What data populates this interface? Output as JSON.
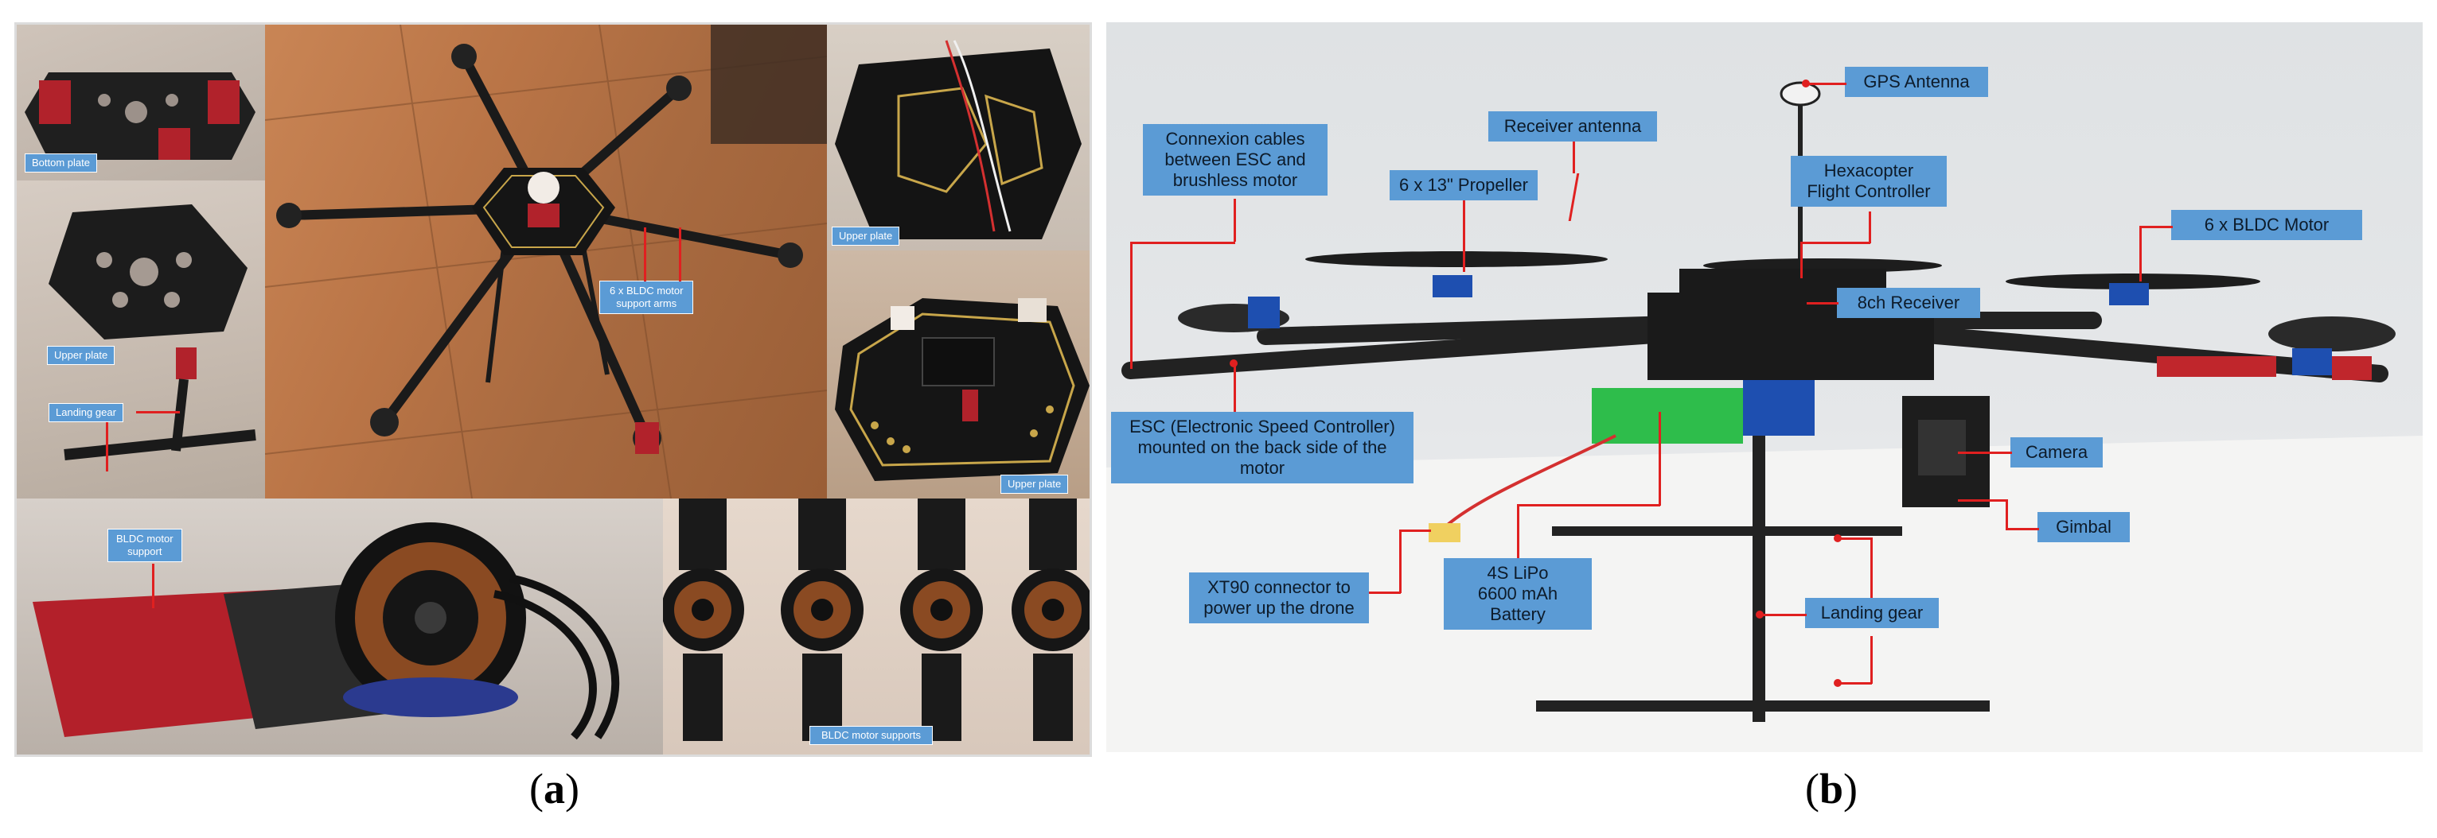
{
  "panel_a": {
    "labels": {
      "bottom_plate": "Bottom plate",
      "upper_plate_left": "Upper plate",
      "landing_gear": "Landing gear",
      "support_arms_1": "6 x BLDC motor",
      "support_arms_2": "support arms",
      "upper_plate_top_right": "Upper plate",
      "upper_plate_mid_right": "Upper plate",
      "motor_support_1": "BLDC motor",
      "motor_support_2": "support",
      "motor_supports": "BLDC motor supports"
    },
    "caption_letter": "a"
  },
  "panel_b": {
    "labels": {
      "gps_antenna": "GPS Antenna",
      "receiver_antenna": "Receiver antenna",
      "connexion_cables_1": "Connexion cables",
      "connexion_cables_2": "between ESC and",
      "connexion_cables_3": "brushless motor",
      "propeller": "6 x 13\" Propeller",
      "hexacopter_1": "Hexacopter",
      "hexacopter_2": "Flight Controller",
      "bldc_motor": "6 x BLDC Motor",
      "receiver_8ch": "8ch Receiver",
      "esc_1": "ESC (Electronic Speed Controller)",
      "esc_2": "mounted on the back side of the",
      "esc_3": "motor",
      "camera": "Camera",
      "gimbal": "Gimbal",
      "xt90_1": "XT90 connector to",
      "xt90_2": "power up the drone",
      "lipo_1": "4S LiPo",
      "lipo_2": "6600 mAh",
      "lipo_3": "Battery",
      "landing_gear": "Landing gear"
    },
    "caption_letter": "b"
  },
  "colors": {
    "label_fill": "#5b9bd5",
    "leader_line": "#e02020",
    "frame_red": "#c0262c",
    "carbon": "#2a2a2a",
    "motor_blue": "#1e4fb0"
  }
}
